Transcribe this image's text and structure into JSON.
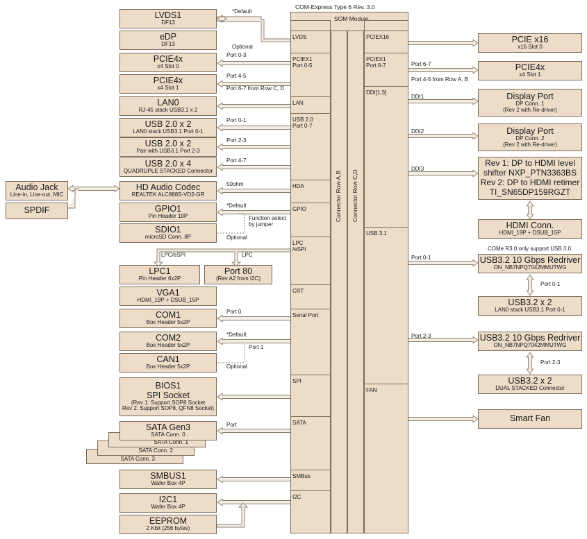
{
  "header": {
    "top": "COM-Express Type 6 Rev. 3.0",
    "som": "SOM Module"
  },
  "connector": {
    "ab": "Connector Row A,B",
    "cd": "Connector Row C,D"
  },
  "som_left": [
    "LVDS",
    "PCIEX1\nPort 0-5",
    "LAN",
    "USB 2.0\nPort 0-7",
    "HDA",
    "GPIO",
    "LPC\n/eSPI",
    "CRT",
    "Serial Port",
    "SPI",
    "SATA",
    "SMBus",
    "I2C"
  ],
  "som_right": [
    "PCIEX16",
    "PCIEX1\nPort 6-7",
    "DDI[1:3]",
    "USB 3.1",
    "FAN"
  ],
  "left": {
    "lvds": {
      "t": "LVDS1",
      "s": "DF13"
    },
    "edp": {
      "t": "eDP",
      "s": "DF13"
    },
    "pcie4x0": {
      "t": "PCIE4x",
      "s": "x4 Slot 0"
    },
    "pcie4x1": {
      "t": "PCIE4x",
      "s": "x4 Slot 1"
    },
    "lan0": {
      "t": "LAN0",
      "s": "RJ-45 stack USB3.1 x 2"
    },
    "usb1": {
      "t": "USB 2.0 x 2",
      "s": "LAN0 stack USB3.1 Port 0-1"
    },
    "usb2": {
      "t": "USB 2.0 x 2",
      "s": "Pair with USB3.1 Port 2-3"
    },
    "usb3": {
      "t": "USB 2.0 x 4",
      "s": "QUADRUPLE STACKED Connector"
    },
    "hda": {
      "t": "HD Audio Codec",
      "s": "REALTEK ALC888S-VD2-GR"
    },
    "gpio": {
      "t": "GPIO1",
      "s": "Pin Header 10P"
    },
    "sdio": {
      "t": "SDIO1",
      "s": "microSD Conn. 8P"
    },
    "lpc": {
      "t": "LPC1",
      "s": "Pin Header 6x2P"
    },
    "port80": {
      "t": "Port 80",
      "s": "(Rev A2 from I2C)"
    },
    "vga": {
      "t": "VGA1",
      "s": "HDMI_19P + DSUB_15P"
    },
    "com1": {
      "t": "COM1",
      "s": "Box Header 5x2P"
    },
    "com2": {
      "t": "COM2",
      "s": "Box Header 5x2P"
    },
    "can1": {
      "t": "CAN1",
      "s": "Box Header 5x2P"
    },
    "bios": {
      "t1": "BIOS1",
      "t2": "SPI Socket",
      "s1": "(Rev 1: Support SOP8 Socket",
      "s2": "Rev 2: Support SOP8, QFN8 Socket)"
    },
    "sata": {
      "t": "SATA Gen3",
      "s0": "SATA Conn. 0",
      "s1": "SATA Conn. 1",
      "s2": "SATA Conn. 2",
      "s3": "SATA Conn. 3"
    },
    "smbus": {
      "t": "SMBUS1",
      "s": "Wafer Box 4P"
    },
    "i2c": {
      "t": "I2C1",
      "s": "Wafer Box 4P"
    },
    "eeprom": {
      "t": "EEPROM",
      "s": "2 Kbit (256 bytes)"
    },
    "audiojack": {
      "t": "Audio Jack",
      "s": "Line-in, Line-out, MIC"
    },
    "spdif": {
      "t": "SPDIF"
    }
  },
  "right": {
    "pcie16": {
      "t": "PCIE x16",
      "s": "x16 Slot 0"
    },
    "pcie4x": {
      "t": "PCIE4x",
      "s": "x4 Slot 1"
    },
    "dp1": {
      "t": "Display Port",
      "s1": "DP Conn. 1",
      "s2": "(Rev 2 with Re-driver)"
    },
    "dp2": {
      "t": "Display Port",
      "s1": "DP Conn. 2",
      "s2": "(Rev 2 with Re-driver)"
    },
    "hdmiret": {
      "l1": "Rev 1: DP to HDMI level",
      "l2": "shifter NXP_PTN3363BS",
      "l3": "Rev 2: DP to HDMI retimer",
      "l4": "TI_SN65DP159RGZT"
    },
    "hdmi": {
      "t": "HDMI Conn.",
      "s": "HDMI_19P + DSUB_15P"
    },
    "note": "COMe R3.0 only support USB 3.0.",
    "redr1": {
      "t": "USB3.2 10 Gbps Redriver",
      "s": "ON_NB7NPQ7042MMUTWG"
    },
    "usb32a": {
      "t": "USB3.2 x 2",
      "s": "LAN0 stack USB3.1 Port 0-1"
    },
    "redr2": {
      "t": "USB3.2 10 Gbps Redriver",
      "s": "ON_NB7NPQ7042MMUTWG"
    },
    "usb32b": {
      "t": "USB3.2 x 2",
      "s": "DUAL STACKED Connector"
    },
    "fan": {
      "t": "Smart Fan"
    }
  },
  "labels": {
    "default1": "*Default",
    "optional1": "Optional",
    "port03": "Port 0-3",
    "port45": "Port 4-5",
    "port67cd": "Port 6-7 from Row C, D",
    "p01": "Port 0-1",
    "p23": "Port 2-3",
    "p47": "Port 4-7",
    "ohm": "50ohm",
    "default2": "*Default",
    "funcsel1": "Function select",
    "funcsel2": "by jumper",
    "optional2": "Optional",
    "lpcespi": "LPC/eSPI",
    "lpc": "LPC",
    "port0": "Port 0",
    "default3": "*Default",
    "port1": "Port 1",
    "optional3": "Optional",
    "port": "Port",
    "r_port67": "Port 6-7",
    "r_port45ab": "Port 4-5 from Row A, B",
    "ddi1": "DDI1",
    "ddi2": "DDI2",
    "ddi3": "DDI3",
    "r_p01": "Port 0-1",
    "r_p01b": "Port 0-1",
    "r_p23": "Port 2-3",
    "r_p23b": "Port 2-3"
  }
}
